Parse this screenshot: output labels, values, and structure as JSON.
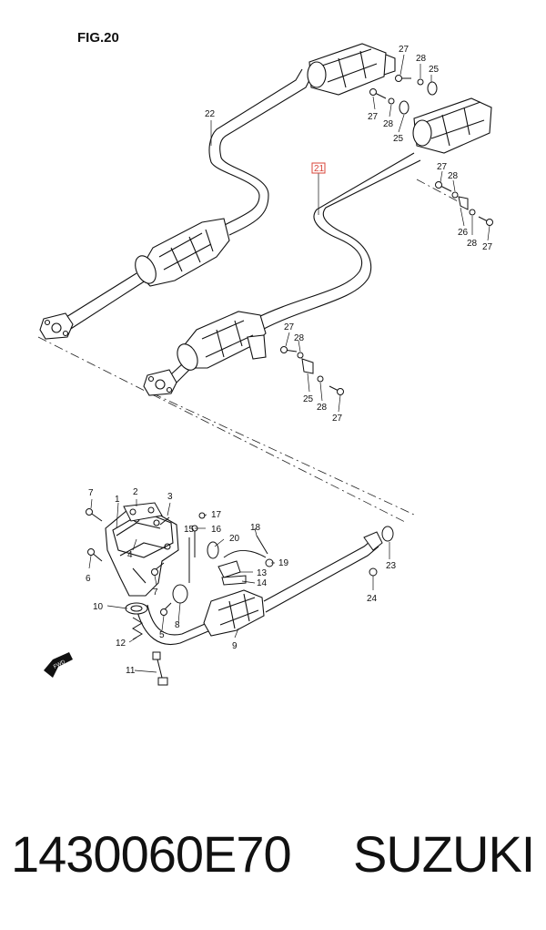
{
  "figure": {
    "title": "FIG.20"
  },
  "callouts": {
    "c1": "1",
    "c2": "2",
    "c3": "3",
    "c4": "4",
    "c5": "5",
    "c6": "6",
    "c7a": "7",
    "c7b": "7",
    "c8": "8",
    "c9": "9",
    "c10": "10",
    "c11": "11",
    "c12": "12",
    "c13": "13",
    "c14": "14",
    "c15": "15",
    "c16": "16",
    "c17": "17",
    "c18": "18",
    "c19": "19",
    "c20": "20",
    "c21": "21",
    "c22": "22",
    "c23": "23",
    "c24": "24",
    "c25a": "25",
    "c25b": "25",
    "c25c": "25",
    "c26": "26",
    "c27a": "27",
    "c27b": "27",
    "c27c": "27",
    "c27d": "27",
    "c27e": "27",
    "c27f": "27",
    "c28a": "28",
    "c28b": "28",
    "c28c": "28",
    "c28d": "28",
    "c28e": "28",
    "c28f": "28"
  },
  "highlight": {
    "part": "21",
    "color": "#d9453a"
  },
  "fwd_label": "FWD",
  "footer": {
    "part_number": "1430060E70",
    "brand": "SUZUKI"
  }
}
